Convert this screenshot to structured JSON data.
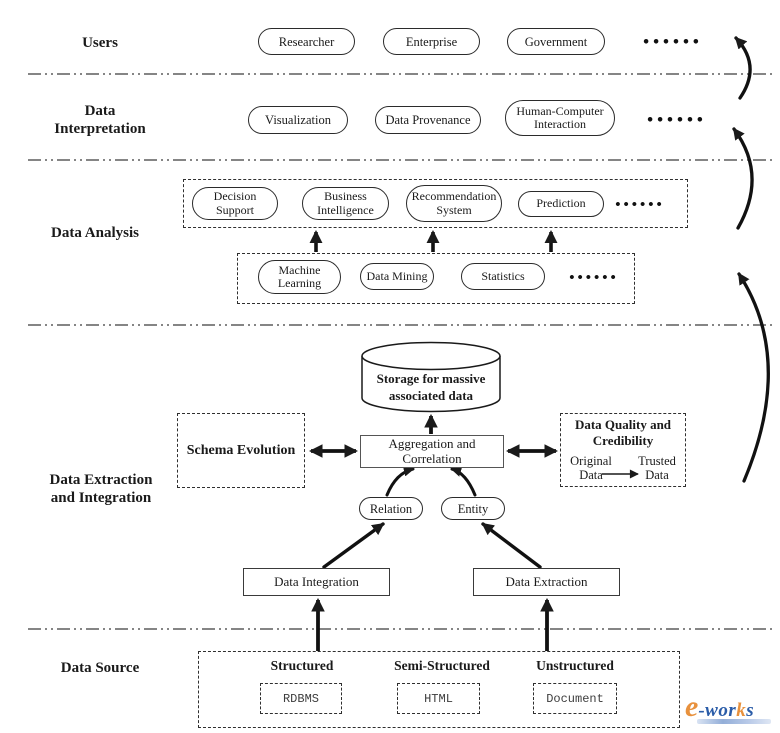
{
  "palette": {
    "line_color": "#1a1a1a",
    "logo_orange": "#e8913d",
    "logo_blue": "#2a5ca8"
  },
  "sections": {
    "users": {
      "label": "Users",
      "pills": [
        "Researcher",
        "Enterprise",
        "Government"
      ],
      "dots": "••••••"
    },
    "interpretation": {
      "label": "Data Interpretation",
      "pills": [
        "Visualization",
        "Data Provenance",
        "Human-Computer Interaction"
      ],
      "dots": "••••••"
    },
    "analysis": {
      "label": "Data Analysis",
      "applications": [
        "Decision Support",
        "Business Intelligence",
        "Recommendation System",
        "Prediction"
      ],
      "applications_dots": "••••••",
      "techniques": [
        "Machine Learning",
        "Data Mining",
        "Statistics"
      ],
      "techniques_dots": "••••••"
    },
    "extraction": {
      "label": "Data Extraction and Integration",
      "storage": "Storage for massive associated data",
      "schema_evolution": "Schema Evolution",
      "aggregation": "Aggregation and Correlation",
      "quality_title": "Data Quality and Credibility",
      "quality_from": "Original Data",
      "quality_to": "Trusted Data",
      "relation": "Relation",
      "entity": "Entity",
      "integration": "Data Integration",
      "extraction_box": "Data Extraction"
    },
    "source": {
      "label": "Data Source",
      "categories": [
        {
          "name": "Structured",
          "example": "RDBMS"
        },
        {
          "name": "Semi-Structured",
          "example": "HTML"
        },
        {
          "name": "Unstructured",
          "example": "Document"
        }
      ]
    }
  },
  "logo": {
    "e": "e",
    "wor": "-wor",
    "k": "k",
    "s": "s"
  }
}
